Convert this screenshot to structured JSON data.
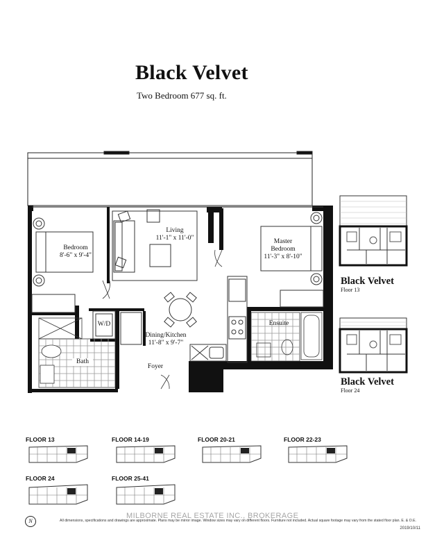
{
  "header": {
    "title": "Black Velvet",
    "subtitle": "Two Bedroom  677 sq. ft."
  },
  "rooms": {
    "bedroom": {
      "name": "Bedroom",
      "dims": "8'-6\" x 9'-4\""
    },
    "living": {
      "name": "Living",
      "dims": "11'-1\" x 11'-0\""
    },
    "master": {
      "name": "Master",
      "name2": "Bedroom",
      "dims": "11'-3\" x 8'-10\""
    },
    "wd": "W/D",
    "dining": {
      "name": "Dining/Kitchen",
      "dims": "11'-8\" x 9'-7\""
    },
    "ensuite": "Ensuite",
    "bath": "Bath",
    "foyer": "Foyer"
  },
  "side_plans": [
    {
      "title": "Black Velvet",
      "floor": "Floor 13"
    },
    {
      "title": "Black Velvet",
      "floor": "Floor 24"
    }
  ],
  "floor_keys": [
    "FLOOR 13",
    "FLOOR 14-19",
    "FLOOR 20-21",
    "FLOOR 22-23",
    "FLOOR 24",
    "FLOOR 25-41"
  ],
  "footer": {
    "disclaimer": "All dimensions, specifications and drawings are approximate. Plans may be mirror image. Window sizes may vary on different floors. Furniture not included. Actual square footage may vary from the stated floor plan. E. & O.E.",
    "date": "2019/10/11",
    "compass": "N",
    "watermark": "MILBORNE REAL ESTATE INC., BROKERAGE"
  },
  "colors": {
    "wall": "#111111",
    "line": "#333333",
    "paper": "#ffffff"
  }
}
